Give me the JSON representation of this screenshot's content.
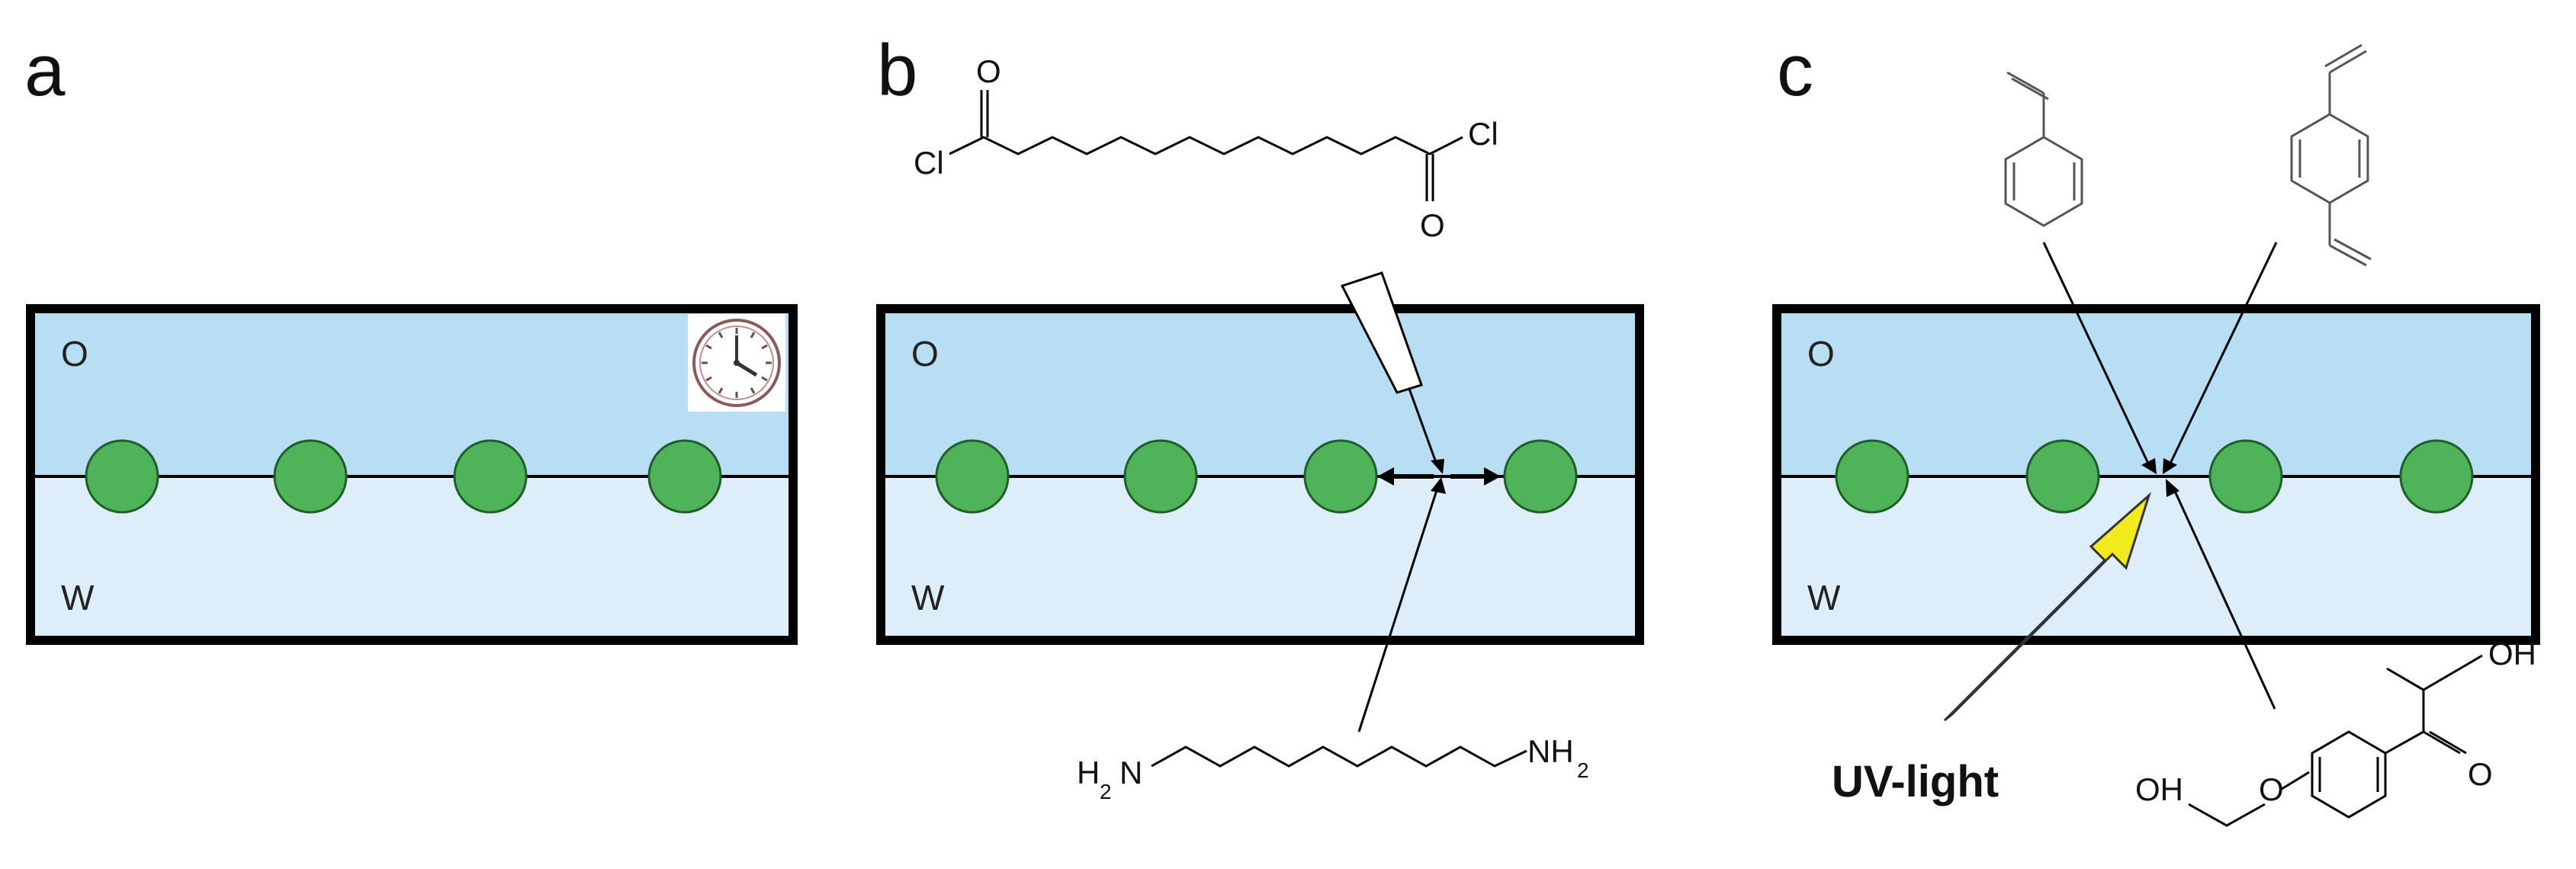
{
  "panels": [
    {
      "letter": "a",
      "oil_label": "O",
      "water_label": "W"
    },
    {
      "letter": "b",
      "oil_label": "O",
      "water_label": "W"
    },
    {
      "letter": "c",
      "oil_label": "O",
      "water_label": "W"
    }
  ],
  "chemistry": {
    "acid_chloride": {
      "cl_left": "Cl",
      "cl_right": "Cl",
      "o_top": "O",
      "o_bottom": "O"
    },
    "diamine": {
      "h_left": "H",
      "sub_left": "2",
      "n_left": "N",
      "nh_right": "NH",
      "sub_right": "2"
    },
    "photoinitiator": {
      "oh_top": "OH",
      "oh_left": "OH",
      "ether_o": "O",
      "ketone_o": "O"
    }
  },
  "uv_label": "UV-light",
  "colors": {
    "oil": "#b8def4",
    "water": "#ddeefa",
    "particle": "#4fb35a",
    "particle_stroke": "#1f5f27",
    "uv_arrow": "#f2ea1d",
    "frame": "#000000"
  }
}
